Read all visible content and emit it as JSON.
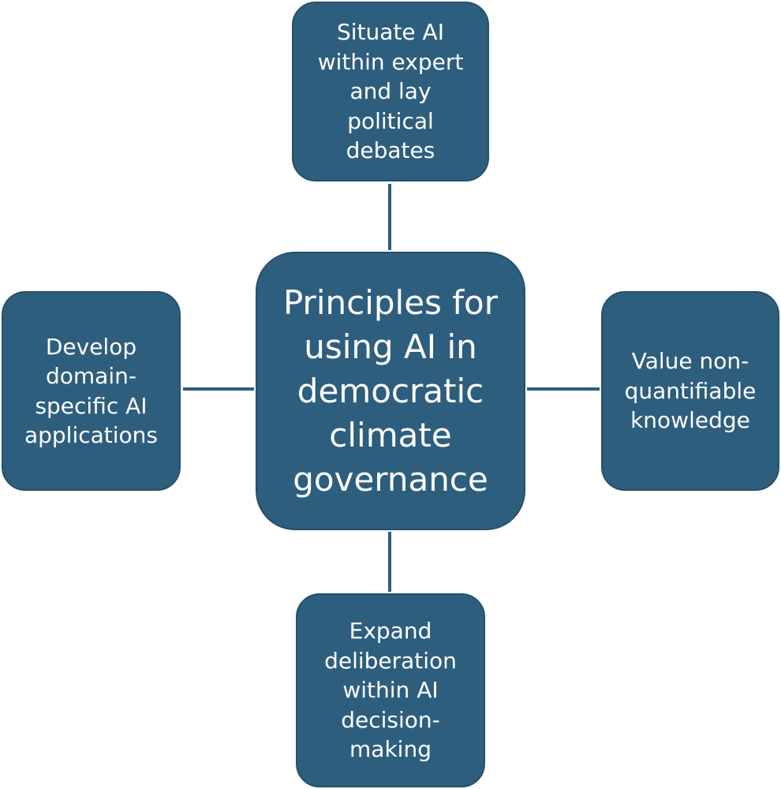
{
  "diagram": {
    "center": {
      "lines": [
        "Principles for",
        "using AI in",
        "democratic",
        "climate",
        "governance"
      ]
    },
    "top": {
      "lines": [
        "Situate AI",
        "within expert",
        "and lay",
        "political",
        "debates"
      ]
    },
    "left": {
      "lines": [
        "Develop",
        "domain-",
        "specific AI",
        "applications"
      ]
    },
    "right": {
      "lines": [
        "Value non-",
        "quantifiable",
        "knowledge"
      ]
    },
    "bottom": {
      "lines": [
        "Expand",
        "deliberation",
        "within AI",
        "decision-",
        "making"
      ]
    }
  },
  "colors": {
    "node_fill": "#2e5e7e",
    "node_text": "#ffffff",
    "connector": "#2e5e7e"
  }
}
